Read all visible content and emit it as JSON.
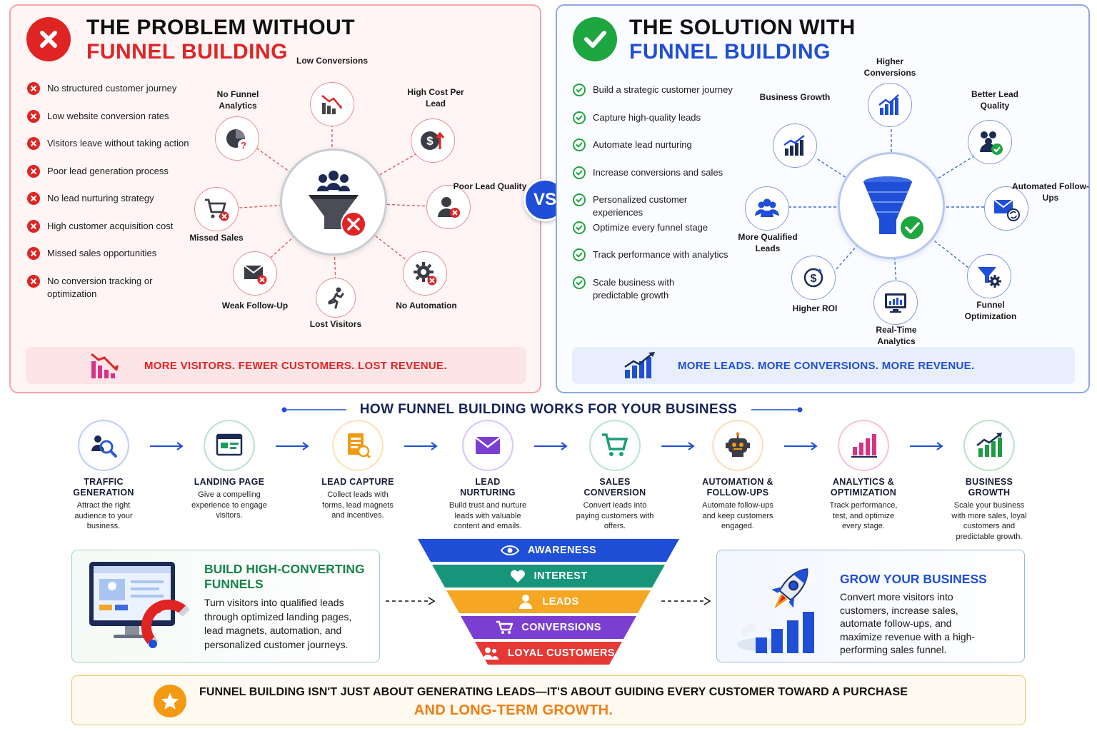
{
  "problem": {
    "title_line1": "THE PROBLEM WITHOUT",
    "title_line2": "FUNNEL BUILDING",
    "items": [
      "No structured customer journey",
      "Low website conversion rates",
      "Visitors leave without taking action",
      "Poor lead generation process",
      "No lead nurturing strategy",
      "High customer acquisition cost",
      "Missed sales opportunities",
      "No conversion tracking or optimization"
    ],
    "nodes": {
      "low_conversions": "Low Conversions",
      "high_cost": "High Cost Per Lead",
      "no_analytics": "No Funnel Analytics",
      "poor_quality": "Poor Lead Quality",
      "missed_sales": "Missed Sales",
      "weak_followup": "Weak Follow-Up",
      "lost_visitors": "Lost Visitors",
      "no_automation": "No Automation"
    },
    "banner": "MORE VISITORS. FEWER CUSTOMERS. LOST REVENUE."
  },
  "vs": "VS",
  "solution": {
    "title_line1": "THE SOLUTION WITH",
    "title_line2": "FUNNEL BUILDING",
    "items": [
      "Build a strategic customer journey",
      "Capture high-quality leads",
      "Automate lead nurturing",
      "Increase conversions and sales",
      "Personalized customer experiences",
      "Optimize every funnel stage",
      "Track performance with analytics",
      "Scale business with predictable growth"
    ],
    "nodes": {
      "higher_conversions": "Higher Conversions",
      "business_growth": "Business Growth",
      "better_quality": "Better Lead Quality",
      "more_leads": "More Qualified Leads",
      "automated": "Automated Follow-Ups",
      "higher_roi": "Higher ROI",
      "realtime": "Real-Time Analytics",
      "optimization": "Funnel Optimization"
    },
    "banner": "MORE LEADS. MORE CONVERSIONS. MORE REVENUE."
  },
  "steps_title": "HOW FUNNEL BUILDING WORKS FOR YOUR BUSINESS",
  "steps": [
    {
      "title": "TRAFFIC GENERATION",
      "desc": "Attract the right audience to your business.",
      "color": "#2a5bd7"
    },
    {
      "title": "LANDING PAGE",
      "desc": "Give a compelling experience to engage visitors.",
      "color": "#1e9b5b"
    },
    {
      "title": "LEAD CAPTURE",
      "desc": "Collect leads with forms, lead magnets and incentives.",
      "color": "#f39a12"
    },
    {
      "title": "LEAD NURTURING",
      "desc": "Build trust and nurture leads with valuable content and emails.",
      "color": "#7a3fd1"
    },
    {
      "title": "SALES CONVERSION",
      "desc": "Convert leads into paying customers with offers.",
      "color": "#1a9e7a"
    },
    {
      "title": "AUTOMATION & FOLLOW-UPS",
      "desc": "Automate follow-ups and keep customers engaged.",
      "color": "#f08a1c"
    },
    {
      "title": "ANALYTICS & OPTIMIZATION",
      "desc": "Track performance, test, and optimize every stage.",
      "color": "#d63384"
    },
    {
      "title": "BUSINESS GROWTH",
      "desc": "Scale your business with more sales, loyal customers and predictable growth.",
      "color": "#1e9b44"
    }
  ],
  "build_card": {
    "title": "BUILD HIGH-CONVERTING FUNNELS",
    "text": "Turn visitors into qualified leads through optimized landing pages, lead magnets, automation, and personalized customer journeys."
  },
  "funnel": [
    "AWARENESS",
    "INTEREST",
    "LEADS",
    "CONVERSIONS",
    "LOYAL CUSTOMERS"
  ],
  "grow_card": {
    "title": "GROW YOUR BUSINESS",
    "text": "Convert more visitors into customers, increase sales, automate follow-ups, and maximize revenue with a high-performing sales funnel."
  },
  "footer": {
    "line1": "FUNNEL BUILDING ISN'T JUST ABOUT GENERATING LEADS—IT'S ABOUT GUIDING EVERY CUSTOMER TOWARD A PURCHASE",
    "line2": "AND LONG-TERM GROWTH."
  },
  "colors": {
    "red": "#e02424",
    "blue": "#1f4fd6",
    "green": "#1ea640",
    "orange": "#f07d12"
  }
}
